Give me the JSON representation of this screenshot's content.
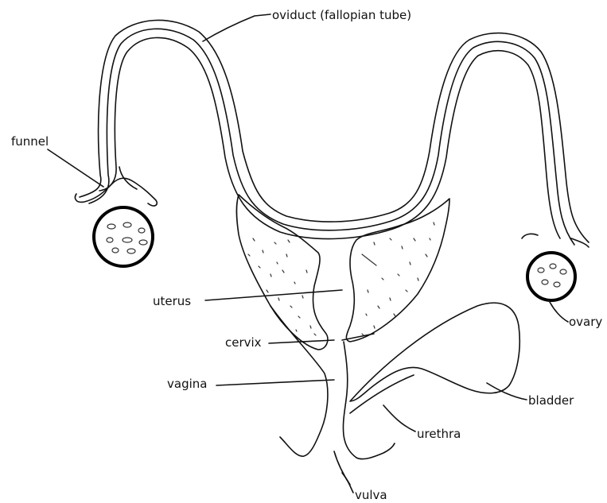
{
  "labels": {
    "oviduct": "oviduct (fallopian tube)",
    "funnel": "funnel",
    "uterus": "uterus",
    "cervix": "cervix",
    "vagina": "vagina",
    "ovary": "ovary",
    "bladder": "bladder",
    "urethra": "urethra",
    "vulva": "vulva"
  },
  "colors": {
    "ink": "#111111",
    "uterus_fill": "#ece7df",
    "background": "#ffffff"
  }
}
